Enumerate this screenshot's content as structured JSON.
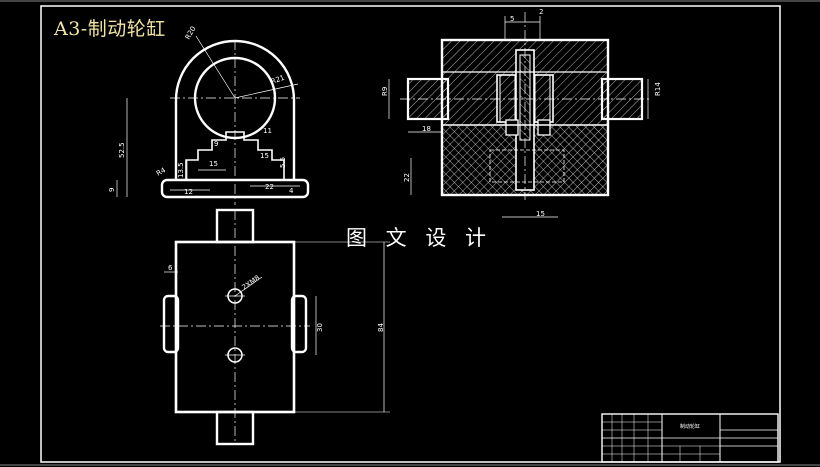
{
  "drawing": {
    "title": "A3-制动轮缸",
    "caption": "图 文 设 计",
    "colors": {
      "background": "#000000",
      "line": "#ffffff",
      "title": "#f2e6a0"
    }
  },
  "front_view": {
    "dims": [
      "R20",
      "R21",
      "52.5",
      "9",
      "R4",
      "13.5",
      "12",
      "15",
      "9",
      "11",
      "15",
      "5.5",
      "22",
      "4"
    ]
  },
  "section_view": {
    "dims": [
      "5",
      "2",
      "R9",
      "R14",
      "18",
      "22",
      "15"
    ]
  },
  "top_view": {
    "dims": [
      "6",
      "2XM8",
      "30",
      "84"
    ]
  },
  "title_block": {
    "name": "制动轮缸"
  }
}
